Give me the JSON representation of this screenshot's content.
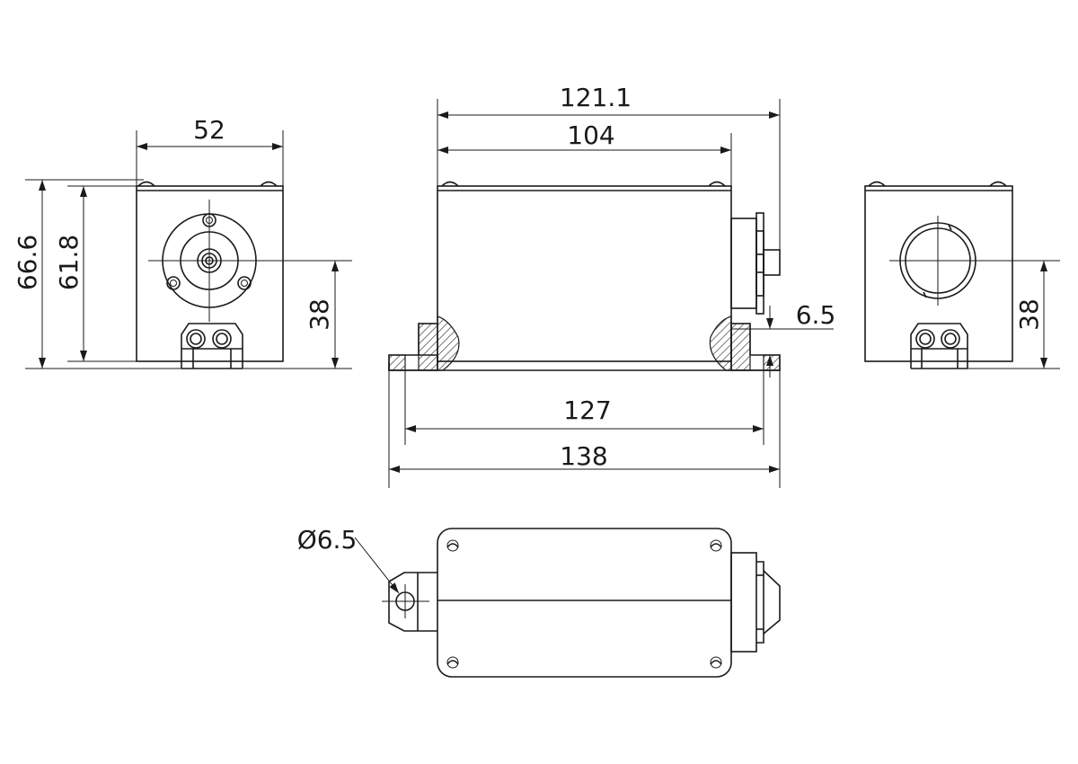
{
  "dimensions": {
    "front_width": "52",
    "overall_height": "66.6",
    "body_height": "61.8",
    "front_center_height": "38",
    "side_overall_length": "121.1",
    "side_body_length": "104",
    "side_foot_thickness": "6.5",
    "side_hole_spacing": "127",
    "side_base_length": "138",
    "rear_center_height": "38",
    "hole_diameter": "Ø6.5"
  }
}
